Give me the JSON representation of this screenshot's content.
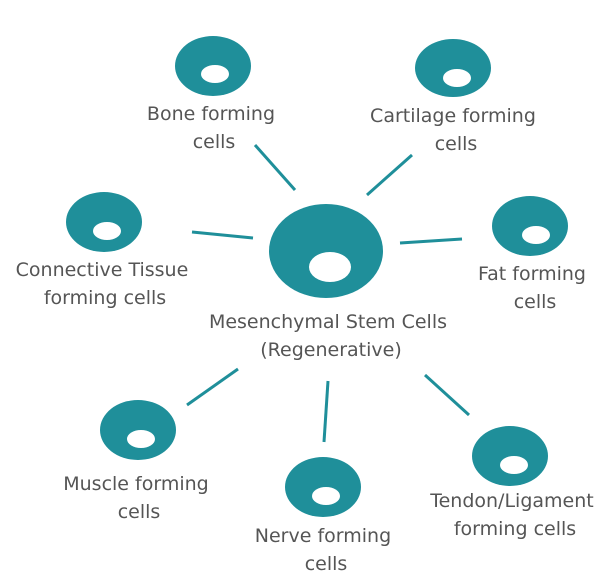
{
  "colors": {
    "accent": "#1f8f9a",
    "text": "#555555",
    "nucleus": "#ffffff"
  },
  "center": {
    "lines": [
      "Mesenchymal Stem Cells",
      "(Regenerative)"
    ]
  },
  "cells": [
    {
      "id": "bone",
      "lines": [
        "Bone forming",
        "cells"
      ]
    },
    {
      "id": "cartilage",
      "lines": [
        "Cartilage forming",
        "cells"
      ]
    },
    {
      "id": "connective",
      "lines": [
        "Connective Tissue",
        "forming cells"
      ]
    },
    {
      "id": "fat",
      "lines": [
        "Fat forming",
        "cells"
      ]
    },
    {
      "id": "muscle",
      "lines": [
        "Muscle forming",
        "cells"
      ]
    },
    {
      "id": "nerve",
      "lines": [
        "Nerve forming",
        "cells"
      ]
    },
    {
      "id": "tendon",
      "lines": [
        "Tendon/Ligament",
        "forming cells"
      ]
    }
  ]
}
